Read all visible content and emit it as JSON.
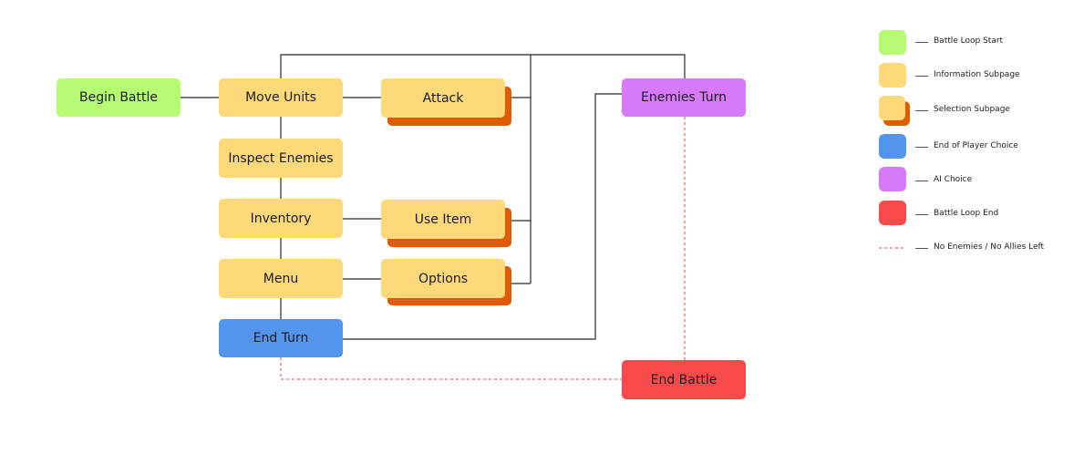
{
  "nodes": {
    "begin_battle": "Begin Battle",
    "move_units": "Move Units",
    "attack": "Attack",
    "enemies_turn": "Enemies Turn",
    "inspect_enemies": "Inspect Enemies",
    "inventory": "Inventory",
    "use_item": "Use Item",
    "menu": "Menu",
    "options": "Options",
    "end_turn": "End Turn",
    "end_battle": "End Battle"
  },
  "legend": {
    "battle_loop_start": "Battle Loop Start",
    "information_subpage": "Information Subpage",
    "selection_subpage": "Selection Subpage",
    "end_of_player_choice": "End of Player Choice",
    "ai_choice": "AI Choice",
    "battle_loop_end": "Battle Loop End",
    "no_enemies_no_allies_left": "No Enemies / No Allies Left"
  },
  "colors": {
    "battle_loop_start": "#b5fc73",
    "information_subpage": "#fdd97a",
    "selection_subpage_shadow": "#e15b04",
    "end_of_player_choice": "#5394ec",
    "ai_choice": "#d67af9",
    "battle_loop_end": "#f84a4a",
    "connector": "#2b2b2b",
    "end_condition_line": "#f26b6b"
  }
}
